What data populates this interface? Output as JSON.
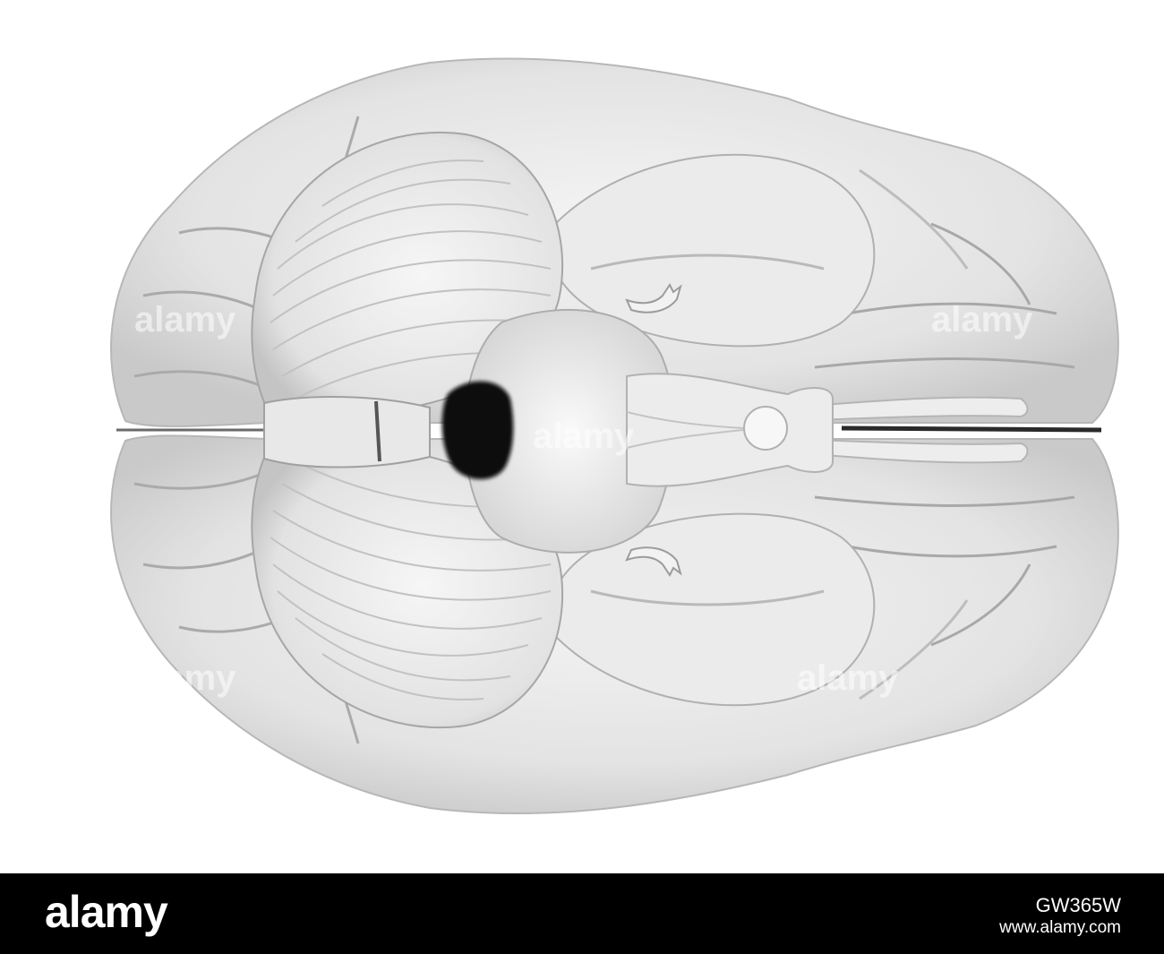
{
  "image": {
    "subject": "brain-inferior-view",
    "background_color": "#ffffff",
    "tissue_color": "#e6e6e6",
    "shadow_color": "#a9a9a9",
    "dark_color": "#0a0a0a"
  },
  "watermark": {
    "text": "alamy"
  },
  "footer": {
    "logo": "alamy",
    "image_id": "GW365W",
    "url": "www.alamy.com",
    "bar_color": "#000000",
    "text_color": "#ffffff"
  }
}
